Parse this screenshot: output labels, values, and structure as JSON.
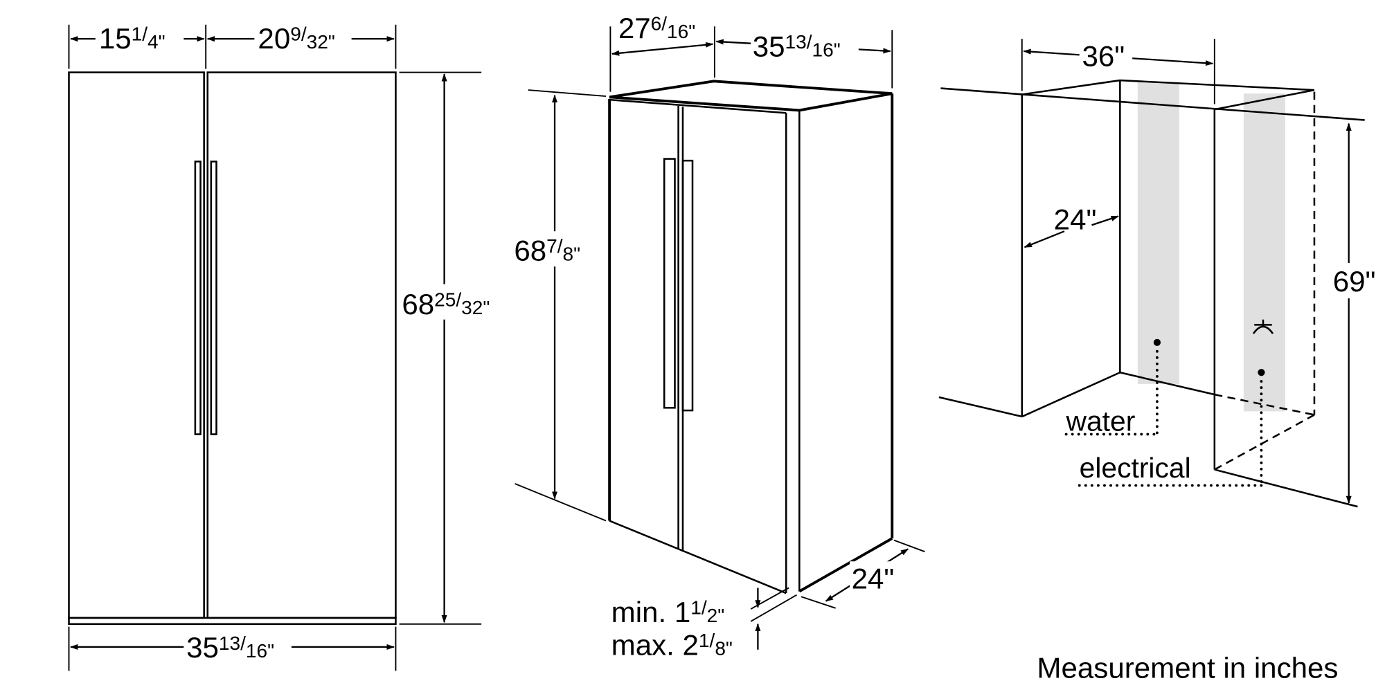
{
  "front_view": {
    "width_left": {
      "whole": "15",
      "num": "1",
      "den": "4\""
    },
    "width_right": {
      "whole": "20",
      "num": "9",
      "den": "32\""
    },
    "height": {
      "whole": "68",
      "num": "25",
      "den": "32\""
    },
    "total_width": {
      "whole": "35",
      "num": "13",
      "den": "16\""
    }
  },
  "perspective_view": {
    "door_depth": {
      "whole": "27",
      "num": "6",
      "den": "16\""
    },
    "width": {
      "whole": "35",
      "num": "13",
      "den": "16\""
    },
    "height": {
      "whole": "68",
      "num": "7",
      "den": "8\""
    },
    "depth": {
      "whole": "24\""
    },
    "gap_min": {
      "prefix": "min. ",
      "whole": "1",
      "num": "1",
      "den": "2\""
    },
    "gap_max": {
      "prefix": "max. ",
      "whole": "2",
      "num": "1",
      "den": "8\""
    }
  },
  "niche_view": {
    "width": "36\"",
    "depth": "24\"",
    "height": "69\"",
    "water_label": "water",
    "electrical_label": "electrical",
    "shade_color": "#e0e0e0"
  },
  "footer": {
    "note": "Measurement in inches"
  }
}
